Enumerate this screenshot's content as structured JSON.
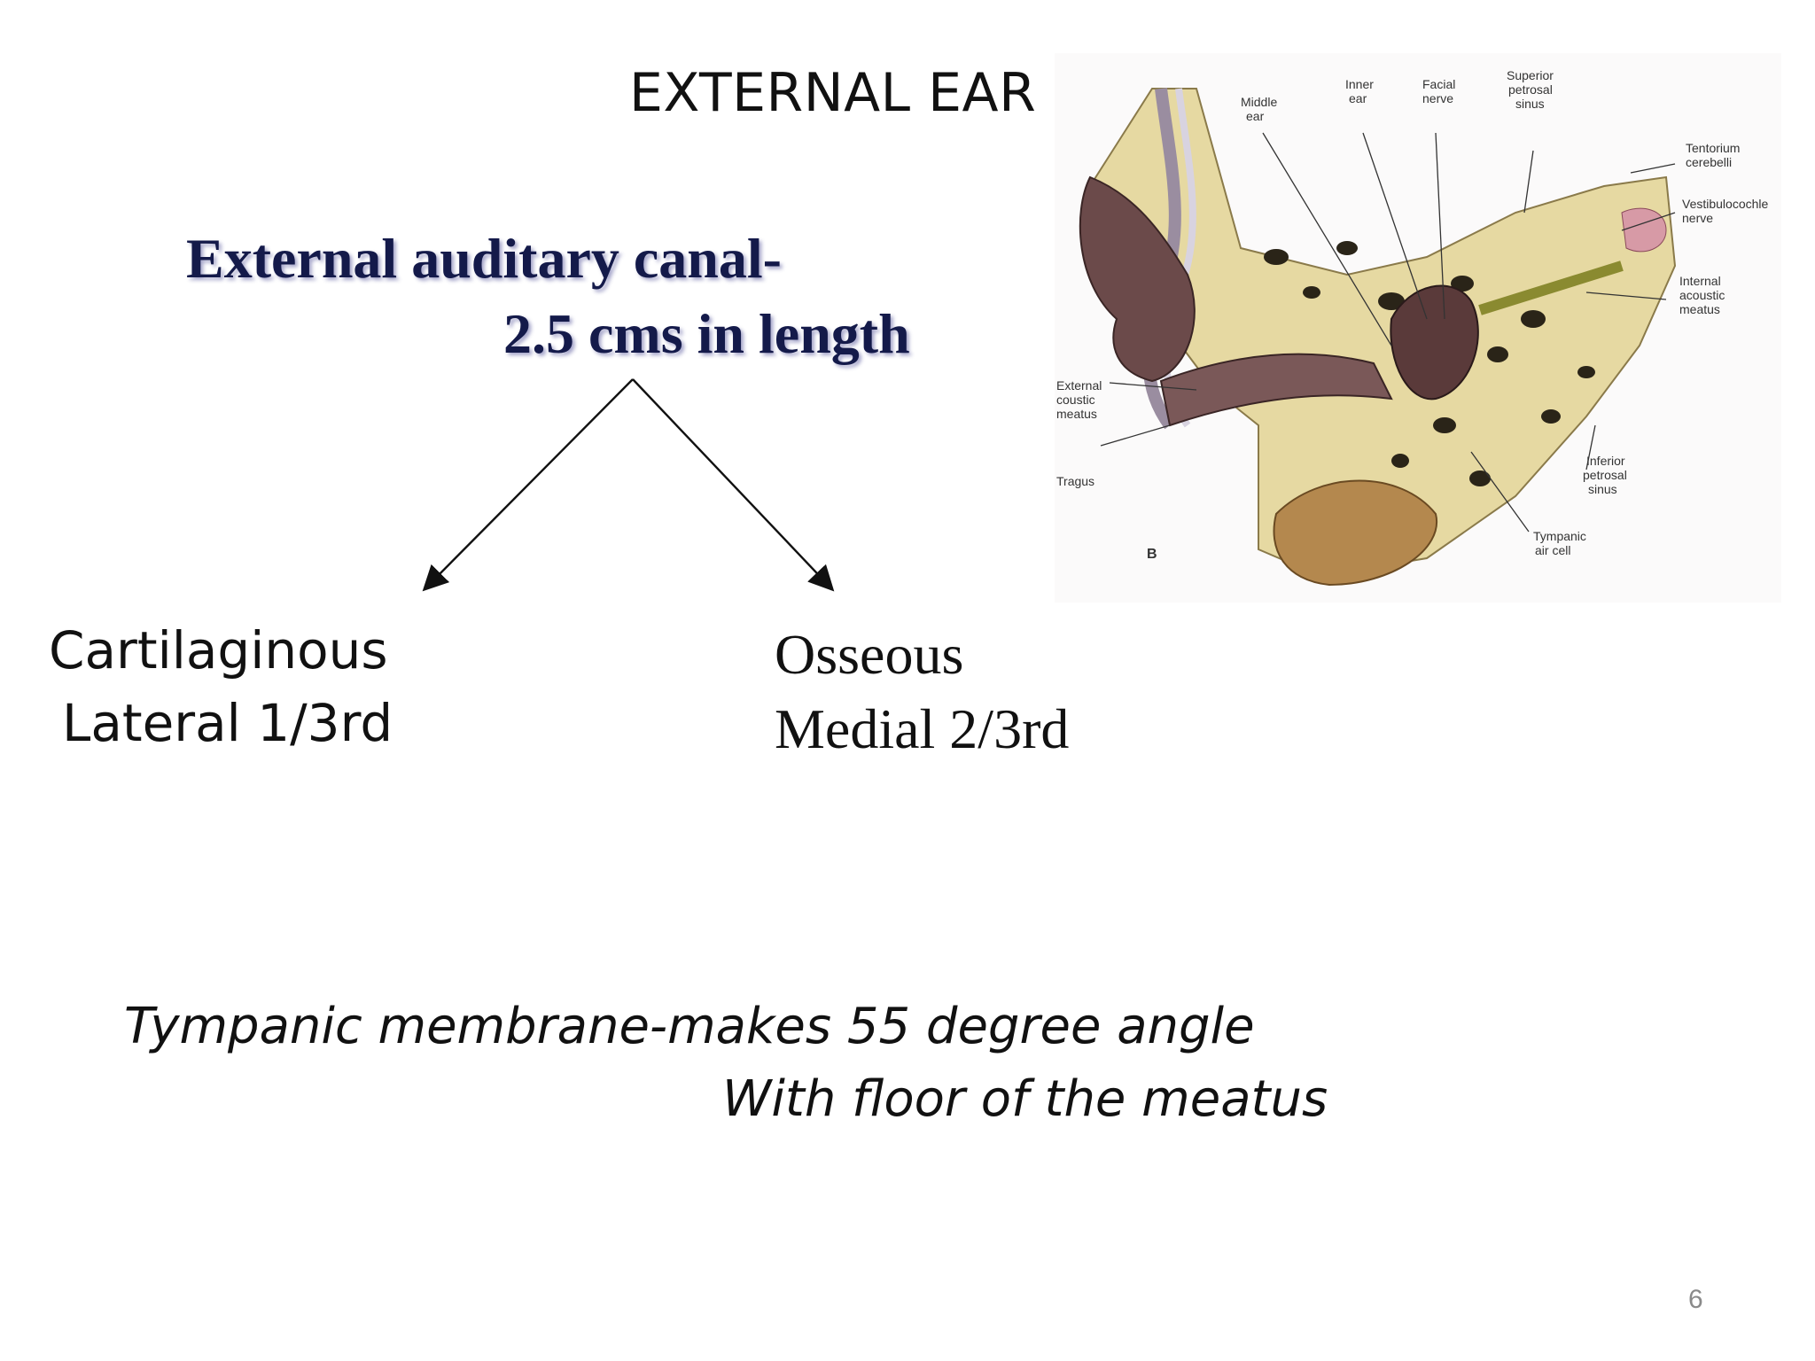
{
  "slide": {
    "title": "EXTERNAL EAR",
    "canal_line1": "External auditary canal-",
    "canal_line2": "2.5 cms in length",
    "left_branch": {
      "line1": "Cartilaginous",
      "line2": "Lateral 1/3rd"
    },
    "right_branch": {
      "line1": "Osseous",
      "line2": "Medial 2/3rd"
    },
    "tympanic_line1": "Tympanic membrane-makes 55 degree angle",
    "tympanic_line2": "With floor of the meatus",
    "page_number": "6"
  },
  "illustration": {
    "panel_letter": "B",
    "labels": {
      "middle": [
        "Middle",
        "ear"
      ],
      "inner": [
        "Inner",
        "ear"
      ],
      "facial": [
        "Facial",
        "nerve"
      ],
      "superior": [
        "Superior",
        "petrosal",
        "sinus"
      ],
      "tentorium": [
        "Tentorium",
        "cerebelli"
      ],
      "vestibulo": [
        "Vestibulocochle",
        "nerve"
      ],
      "internal": [
        "Internal",
        "acoustic",
        "meatus"
      ],
      "external": [
        "External",
        "coustic",
        "meatus"
      ],
      "tragus": [
        "Tragus"
      ],
      "inferior": [
        "Inferior",
        "petrosal",
        "sinus"
      ],
      "tympanic": [
        "Tympanic",
        "air cell"
      ]
    }
  }
}
